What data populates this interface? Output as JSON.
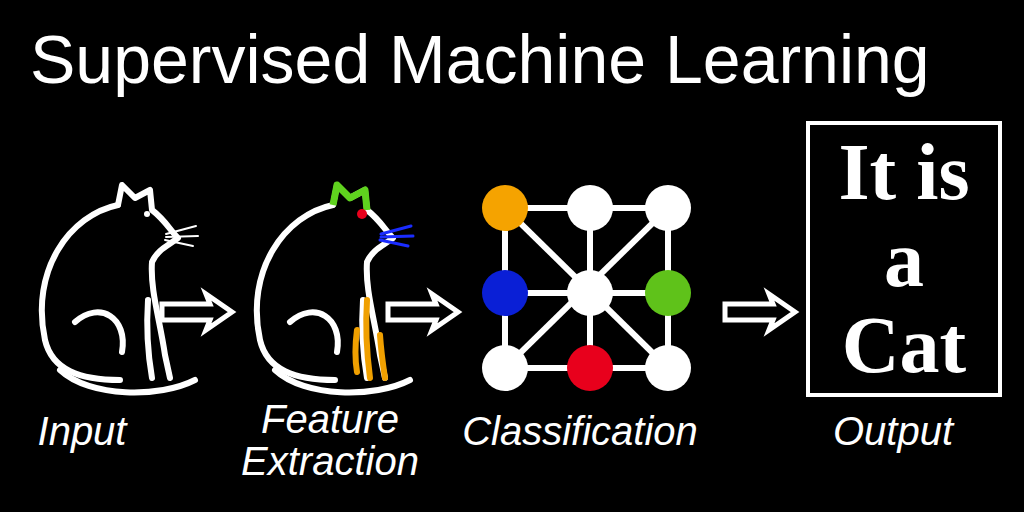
{
  "diagram": {
    "title": "Supervised Machine Learning",
    "nodes": [
      {
        "text": [
          "It is a Cat"
        ]
      }
    ],
    "labels": [
      "Input",
      "Feature Extraction",
      "Classification",
      "Output"
    ]
  }
}
